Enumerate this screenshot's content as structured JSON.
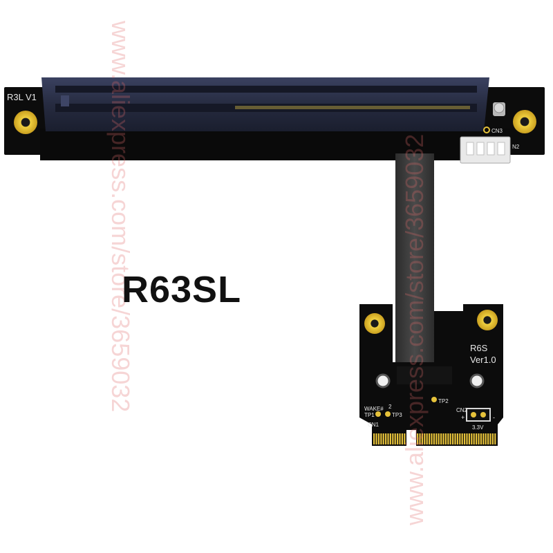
{
  "product": {
    "model_label": "R63SL"
  },
  "pcie_board": {
    "silk_label": "R3L V1",
    "connector_label_cn3": "CN3",
    "connector_label_cn2": "N2"
  },
  "minipcie_board": {
    "silk_name": "R6S",
    "silk_version": "Ver1.0",
    "test_points": {
      "wake": "WAKE#",
      "tp1": "TP1",
      "tp2": "TP2",
      "tp3": "TP3",
      "two": "2"
    },
    "connectors": {
      "cn1": "CN1",
      "cn2": "CN2",
      "voltage": "3.3V",
      "plus": "+",
      "minus": "-"
    }
  },
  "watermarks": {
    "left": "www.aliexpress.com/store/3659032",
    "right": "www.aliexpress.com/store/3659032"
  },
  "colors": {
    "pcb": "#0c0c0c",
    "slot": "#2a2f45",
    "gold": "#e6c23a",
    "cable": "#3a3a3a",
    "watermark": "#e06a6a"
  }
}
